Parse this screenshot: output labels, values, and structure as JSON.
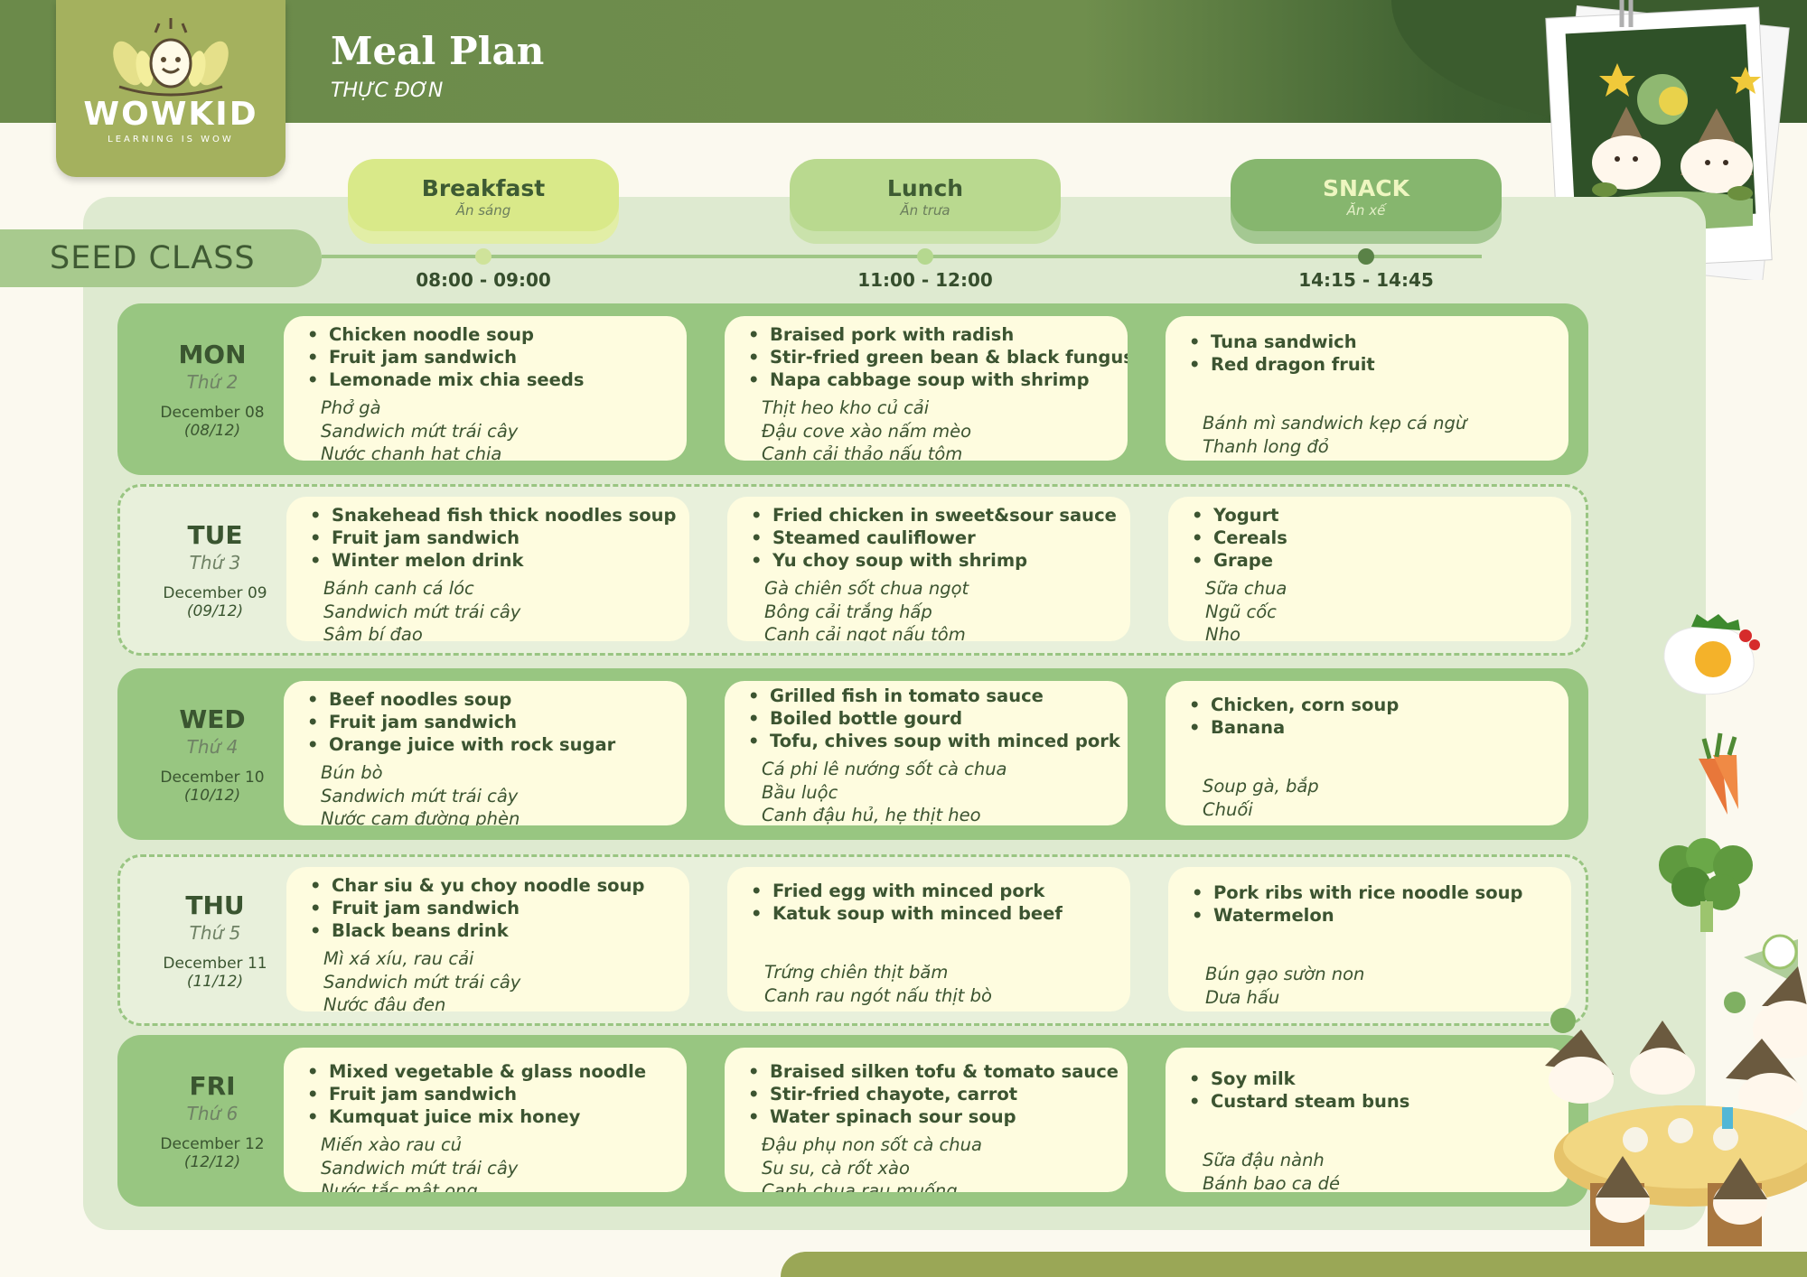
{
  "header": {
    "logo_text": "WOWKID",
    "logo_tagline": "LEARNING IS WOW",
    "title": "Meal Plan",
    "subtitle": "THỰC ĐƠN"
  },
  "class_name": "SEED CLASS",
  "meals": [
    {
      "en": "Breakfast",
      "vi": "Ăn sáng",
      "time": "08:00 - 09:00"
    },
    {
      "en": "Lunch",
      "vi": "Ăn trưa",
      "time": "11:00 - 12:00"
    },
    {
      "en": "SNACK",
      "vi": "Ăn xế",
      "time": "14:15 - 14:45"
    }
  ],
  "days": [
    {
      "day": "MON",
      "vi": "Thứ 2",
      "date": "December 08",
      "short": "(08/12)",
      "breakfast": {
        "en": [
          "Chicken noodle soup",
          "Fruit jam sandwich",
          "Lemonade mix chia seeds"
        ],
        "vi": [
          "Phở gà",
          "Sandwich mứt trái cây",
          "Nước chanh hạt chia"
        ]
      },
      "lunch": {
        "en": [
          "Braised pork with radish",
          "Stir-fried green bean & black fungus",
          "Napa cabbage soup with shrimp"
        ],
        "vi": [
          "Thịt heo kho củ cải",
          "Đậu cove xào nấm mèo",
          "Canh cải thảo nấu tôm"
        ]
      },
      "snack": {
        "en": [
          "Tuna sandwich",
          "Red dragon fruit"
        ],
        "vi": [
          "Bánh mì sandwich kẹp cá ngừ",
          "Thanh long đỏ"
        ]
      }
    },
    {
      "day": "TUE",
      "vi": "Thứ 3",
      "date": "December 09",
      "short": "(09/12)",
      "breakfast": {
        "en": [
          "Snakehead fish thick noodles soup",
          "Fruit jam sandwich",
          "Winter melon drink"
        ],
        "vi": [
          "Bánh canh cá lóc",
          "Sandwich mứt trái cây",
          "Sâm bí đao"
        ]
      },
      "lunch": {
        "en": [
          "Fried chicken in sweet&sour sauce",
          "Steamed cauliflower",
          "Yu choy soup with shrimp"
        ],
        "vi": [
          "Gà chiên sốt chua ngọt",
          "Bông cải trắng hấp",
          "Canh cải ngọt nấu tôm"
        ]
      },
      "snack": {
        "en": [
          "Yogurt",
          "Cereals",
          "Grape"
        ],
        "vi": [
          "Sữa chua",
          "Ngũ cốc",
          "Nho"
        ]
      }
    },
    {
      "day": "WED",
      "vi": "Thứ 4",
      "date": "December 10",
      "short": "(10/12)",
      "breakfast": {
        "en": [
          "Beef noodles soup",
          "Fruit jam sandwich",
          "Orange juice with rock sugar"
        ],
        "vi": [
          "Bún bò",
          "Sandwich mứt trái cây",
          "Nước cam đường phèn"
        ]
      },
      "lunch": {
        "en": [
          "Grilled fish in tomato sauce",
          "Boiled bottle gourd",
          "Tofu, chives soup with minced pork"
        ],
        "vi": [
          "Cá phi lê nướng sốt cà chua",
          "Bầu luộc",
          "Canh đậu hủ, hẹ thịt heo"
        ]
      },
      "snack": {
        "en": [
          "Chicken, corn soup",
          "Banana"
        ],
        "vi": [
          "Soup gà, bắp",
          "Chuối"
        ]
      }
    },
    {
      "day": "THU",
      "vi": "Thứ 5",
      "date": "December 11",
      "short": "(11/12)",
      "breakfast": {
        "en": [
          "Char siu & yu choy noodle soup",
          "Fruit jam sandwich",
          "Black beans drink"
        ],
        "vi": [
          "Mì xá xíu, rau cải",
          "Sandwich mứt trái cây",
          "Nước đậu đen"
        ]
      },
      "lunch": {
        "en": [
          "Fried egg with minced pork",
          "Katuk soup with minced beef"
        ],
        "vi": [
          "Trứng chiên thịt băm",
          "Canh rau ngót nấu thịt bò"
        ]
      },
      "snack": {
        "en": [
          "Pork ribs with rice noodle soup",
          "Watermelon"
        ],
        "vi": [
          "Bún gạo sườn non",
          "Dưa hấu"
        ]
      }
    },
    {
      "day": "FRI",
      "vi": "Thứ 6",
      "date": "December 12",
      "short": "(12/12)",
      "breakfast": {
        "en": [
          "Mixed vegetable & glass noodle",
          "Fruit jam sandwich",
          "Kumquat juice mix honey"
        ],
        "vi": [
          "Miến xào rau củ",
          "Sandwich mứt trái cây",
          "Nước tắc mật ong"
        ]
      },
      "lunch": {
        "en": [
          "Braised silken tofu & tomato sauce",
          "Stir-fried chayote, carrot",
          "Water spinach sour soup"
        ],
        "vi": [
          "Đậu phụ non sốt cà chua",
          "Su su, cà rốt xào",
          "Canh chua rau muống"
        ]
      },
      "snack": {
        "en": [
          "Soy milk",
          "Custard steam buns"
        ],
        "vi": [
          "Sữa đậu nành",
          "Bánh bao ca dé"
        ]
      }
    }
  ],
  "colors": {
    "header_green": "#6b8a4a",
    "logo_olive": "#a4b15e",
    "row_green": "#98c681",
    "cell_cream": "#fefcdf",
    "text_dark": "#3c5431"
  },
  "icons": [
    "wowkid-logo-icon",
    "polaroid-characters-icon",
    "fried-egg-icon",
    "carrot-icon",
    "broccoli-icon",
    "kids-table-illustration-icon"
  ]
}
